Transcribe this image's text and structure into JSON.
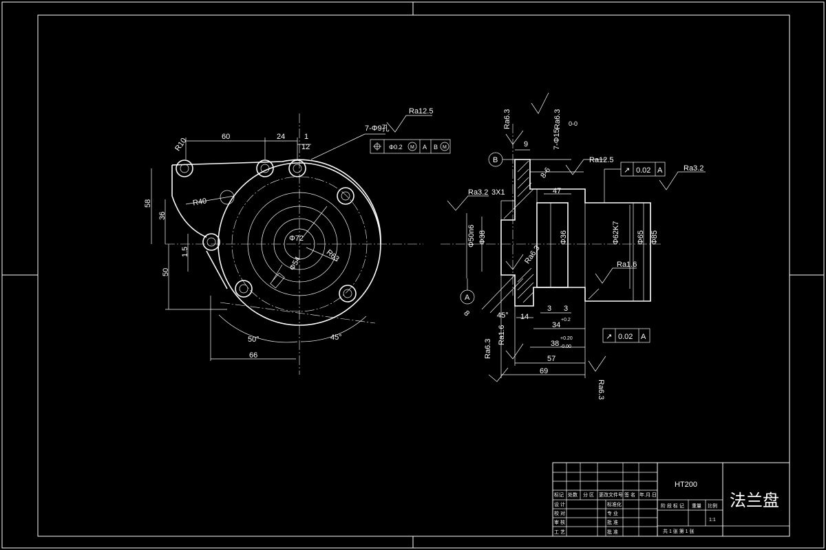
{
  "front_view": {
    "dims": {
      "d60": "60",
      "d24": "24",
      "d1": "1",
      "d12": "12",
      "r10": "R10",
      "r40": "R40",
      "d58": "58",
      "d36": "36",
      "d15": "1.5",
      "d50": "50",
      "d66": "66",
      "a50": "50°",
      "a45": "45°",
      "dia72": "Φ72",
      "dia54": "Φ54",
      "r63": "R63"
    },
    "holes_callout": "7-Φ9孔",
    "holes_roughness": "Ra12.5",
    "position_frame": [
      "Φ0.2",
      "M",
      "A",
      "B",
      "M"
    ]
  },
  "section_view": {
    "roughness": {
      "top1": "Ra6.3",
      "top2": "Ra6.3",
      "top3": "Ra12.5",
      "top4": "Ra3.2",
      "left": "Ra3.2",
      "mid": "Ra6.3",
      "right": "Ra1.6",
      "bottom1": "Ra1.6",
      "bottom2": "Ra6.3",
      "bottom3": "Ra6.3"
    },
    "dims": {
      "d9": "9",
      "thread": "7-Φ15",
      "depth": "8-6",
      "d47": "47",
      "c3x1": "3X1",
      "d50n6": "Φ50n6",
      "d38": "Φ38",
      "d36": "Φ36",
      "d62k7": "Φ62K7",
      "d65": "Φ65",
      "d85": "Φ85",
      "d3a": "3",
      "d3b": "3",
      "d14": "14",
      "d45deg": "45°",
      "d34": "34",
      "d34tol": "+0.2",
      "d38b": "38",
      "d38tol_up": "+0.20",
      "d38tol_lo": "-0.00",
      "d57": "57",
      "d69": "69",
      "d8": "8"
    },
    "datum_a": "A",
    "datum_b": "B",
    "runout_top": [
      "↗",
      "0.02",
      "A"
    ],
    "runout_bottom": [
      "↗",
      "0.02",
      "A"
    ]
  },
  "title_block": {
    "material": "HT200",
    "part_name": "法兰盘",
    "header_labels": [
      "标记",
      "处数",
      "分 区",
      "更改文件号",
      "签 名",
      "年.月.日"
    ],
    "row_labels": [
      "设 计",
      "校 对",
      "审 核",
      "工 艺"
    ],
    "mid_labels": [
      "标准化",
      "专 业",
      "批 准",
      "批 准"
    ],
    "stage_labels": [
      "阶 段 标 记",
      "重量",
      "比例"
    ],
    "scale": "1:1",
    "sheets": "共 1 张   第 1 张"
  }
}
